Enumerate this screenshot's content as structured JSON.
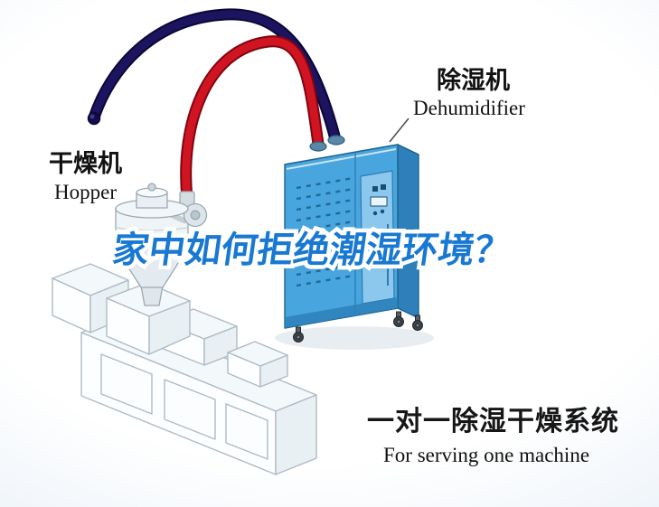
{
  "labels": {
    "dryer_cn": "干燥机",
    "dryer_en": "Hopper",
    "dehumidifier_cn": "除湿机",
    "dehumidifier_en": "Dehumidifier",
    "headline": "家中如何拒绝潮湿环境？",
    "footer_cn": "一对一除湿干燥系统",
    "footer_en": "For serving one machine"
  },
  "illustration": {
    "machines": [
      "hopper-dryer",
      "dehumidifier-cabinet",
      "extruder-machine"
    ],
    "pipes": [
      {
        "name": "return-air-pipe",
        "color": "#1d1460"
      },
      {
        "name": "dry-air-pipe",
        "color": "#d11422"
      }
    ]
  },
  "colors": {
    "headline_blue": "#1878d2",
    "pipe_red": "#d11422",
    "pipe_navy": "#1d1460",
    "machine_blue": "#48a5de",
    "text_black": "#121212"
  }
}
